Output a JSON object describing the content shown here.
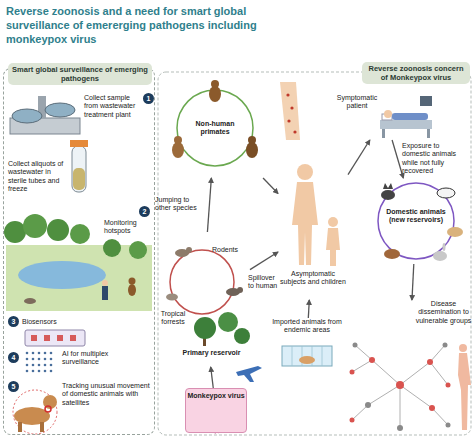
{
  "diagram": {
    "title": "Reverse zoonosis and a need for smart global surveillance of emererging pathogens including monkeypox virus",
    "nodes": [
      {
        "text": [
          "Smart global surveillance of emerging pathogens"
        ]
      },
      {
        "text": [
          "Reverse zoonosis concern of Monkeypox virus"
        ]
      },
      {
        "text": [
          "Non-human primates"
        ]
      },
      {
        "text": [
          "Rodents",
          "Tropical forrests",
          "Primary reservoir"
        ]
      },
      {
        "text": [
          "Monkeypox virus"
        ]
      },
      {
        "text": [
          "Asymptomatic subjects and children"
        ]
      },
      {
        "text": [
          "Symptomatic patient"
        ]
      },
      {
        "text": [
          "Domestic animals (new reservoirs)"
        ]
      },
      {
        "text": [
          "Disease dissemination to vulnerable groups"
        ]
      },
      {
        "text": [
          "Imported animals from endemic areas"
        ]
      }
    ],
    "edges": [
      {
        "from": 4,
        "to": 3,
        "arrow": "to"
      },
      {
        "from": 3,
        "to": 2,
        "label": "Jumping to other species",
        "arrow": "to"
      },
      {
        "from": 3,
        "to": 5,
        "label": "Spillover to human",
        "arrow": "to"
      },
      {
        "from": 2,
        "to": 5,
        "arrow": "to"
      },
      {
        "from": 9,
        "to": 5,
        "arrow": "to"
      },
      {
        "from": 5,
        "to": 6,
        "arrow": "to"
      },
      {
        "from": 6,
        "to": 7,
        "label": "Exposure to domestic animals while not fully recovered",
        "arrow": "to"
      },
      {
        "from": 7,
        "to": 8,
        "arrow": "to"
      }
    ],
    "labels": [
      "1",
      "Collect sample from wastewater treatment plant",
      "Collect aliquots of wastewater in sterile tubes and freeze",
      "2",
      "Monitoring hotspots",
      "3",
      "Biosensors",
      "4",
      "AI for multiplex surveillance",
      "5",
      "Tracking unusual movement of domestic animals with satellites"
    ]
  }
}
